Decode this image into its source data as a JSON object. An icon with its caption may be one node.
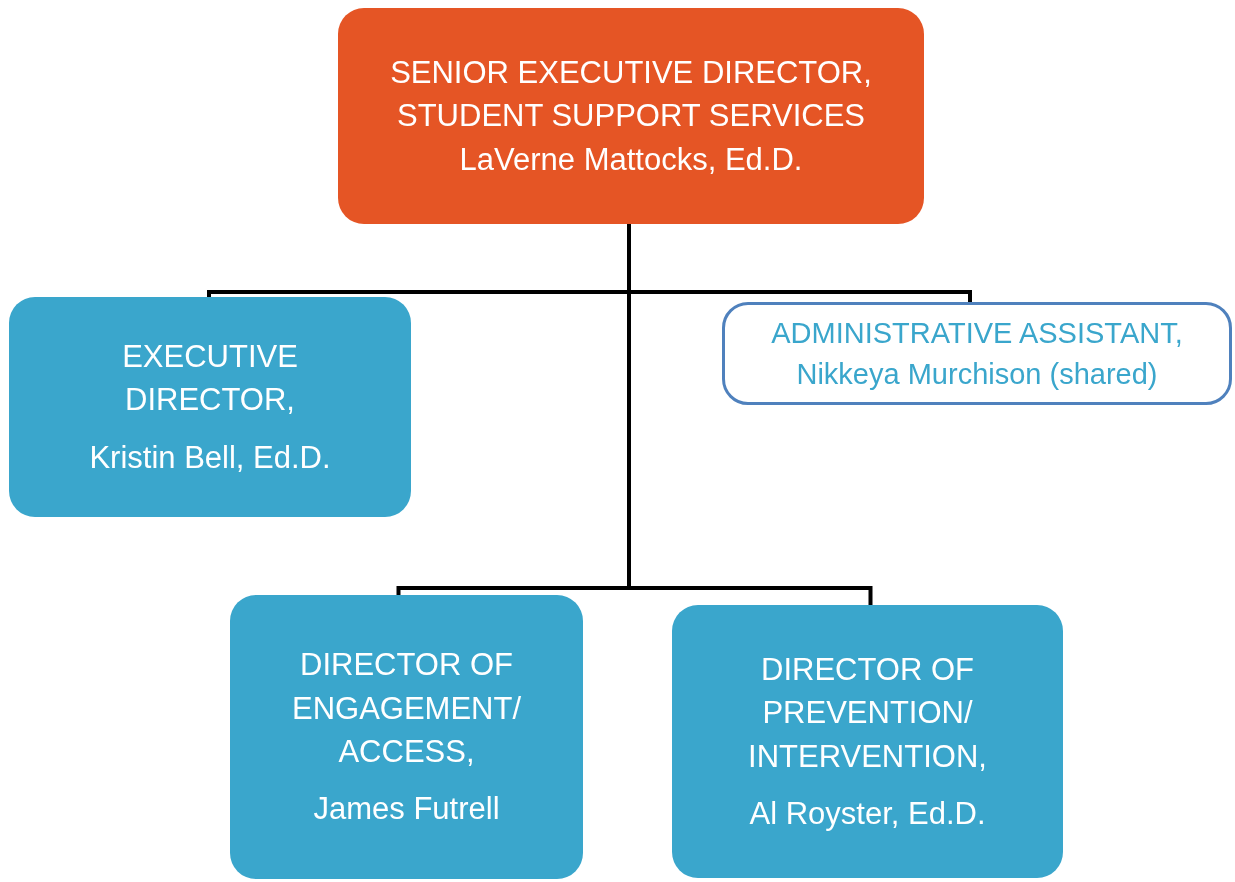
{
  "diagram": {
    "nodes": [
      {
        "text": [
          "SENIOR EXECUTIVE DIRECTOR, STUDENT SUPPORT SERVICES",
          "LaVerne Mattocks, Ed.D."
        ]
      },
      {
        "text": [
          "EXECUTIVE DIRECTOR,",
          "Kristin Bell, Ed.D."
        ]
      },
      {
        "text": [
          "ADMINISTRATIVE ASSISTANT, Nikkeya Murchison (shared)"
        ]
      },
      {
        "text": [
          "DIRECTOR OF ENGAGEMENT/ ACCESS,",
          "James Futrell"
        ]
      },
      {
        "text": [
          "DIRECTOR OF PREVENTION/ INTERVENTION,",
          "Al Royster, Ed.D."
        ]
      }
    ],
    "edges": [
      {
        "from": 0,
        "to": 1,
        "arrow": "none"
      },
      {
        "from": 0,
        "to": 2,
        "arrow": "none"
      },
      {
        "from": 0,
        "to": 3,
        "arrow": "none"
      },
      {
        "from": 0,
        "to": 4,
        "arrow": "none"
      }
    ]
  }
}
